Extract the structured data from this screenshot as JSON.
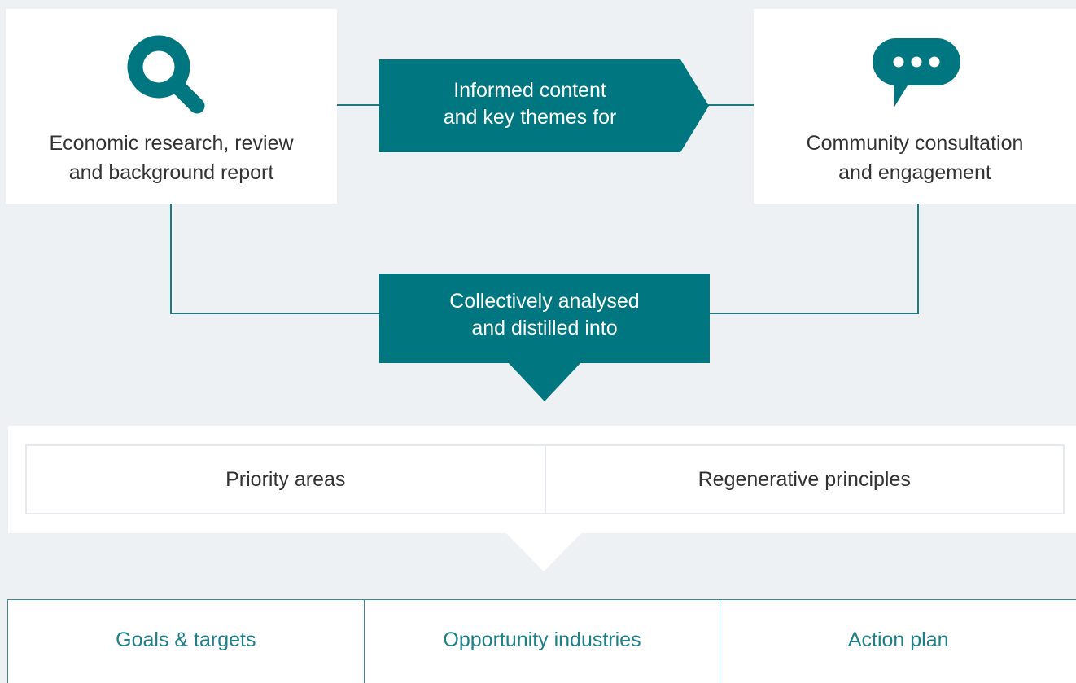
{
  "sources": [
    {
      "label": "Economic research, review\nand background report",
      "icon": "search-icon"
    },
    {
      "label": "Community consultation\nand engagement",
      "icon": "speech-bubble-icon"
    }
  ],
  "process": {
    "informed_label": "Informed content\nand key themes for",
    "analysed_label": "Collectively analysed\nand distilled into"
  },
  "outputs": [
    "Priority areas",
    "Regenerative principles"
  ],
  "plan": [
    "Goals & targets",
    "Opportunity industries",
    "Action plan"
  ],
  "colors": {
    "teal": "#007680",
    "background": "#eef1f4",
    "plan_text": "#1d8088"
  }
}
